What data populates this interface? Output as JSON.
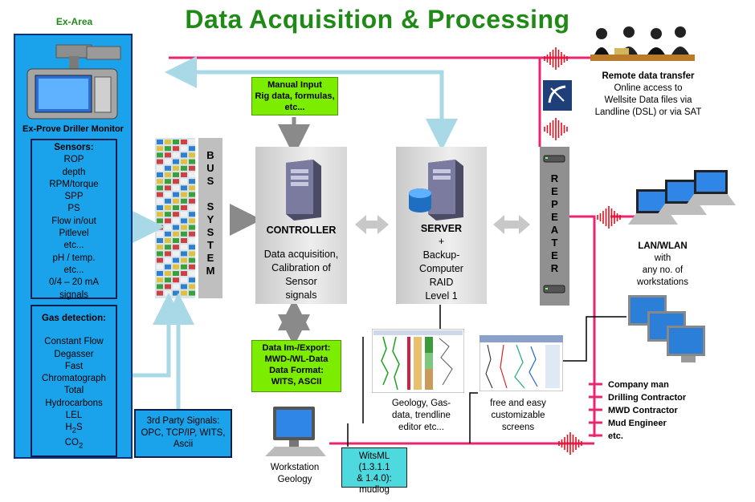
{
  "title": "Data Acquisition & Processing",
  "ex_area": {
    "label": "Ex-Area",
    "monitor_label": "Ex-Prove Driller Monitor"
  },
  "sensors": {
    "heading": "Sensors:",
    "items": [
      "ROP",
      "depth",
      "RPM/torque",
      "SPP",
      "PS",
      "Flow in/out",
      "Pitlevel",
      "etc...",
      "pH / temp.",
      "etc...",
      "0/4 – 20 mA",
      "signals"
    ]
  },
  "gas": {
    "heading": "Gas detection:",
    "items": [
      "Constant Flow",
      "Degasser",
      "Fast",
      "Chromatograph",
      "Total",
      "Hydrocarbons",
      "LEL"
    ],
    "h2s": {
      "base": "H",
      "sub": "2",
      "tail": "S"
    },
    "co2": {
      "base": "CO",
      "sub": "2"
    }
  },
  "third_party": {
    "lines": [
      "3rd Party Signals:",
      "OPC, TCP/IP, WITS,",
      "Ascii"
    ]
  },
  "bus": {
    "letters": [
      "B",
      "U",
      "S",
      "",
      "S",
      "Y",
      "S",
      "T",
      "E",
      "M"
    ]
  },
  "manual_input": {
    "lines": [
      "Manual Input",
      "Rig data, formulas,",
      "etc..."
    ]
  },
  "controller": {
    "title": "CONTROLLER",
    "lines": [
      "Data acquisition,",
      "Calibration of",
      "Sensor",
      "signals"
    ]
  },
  "server": {
    "title": "SERVER",
    "lines": [
      "+",
      "Backup-",
      "Computer",
      "RAID",
      "Level 1"
    ]
  },
  "repeater": {
    "letters": [
      "R",
      "E",
      "P",
      "E",
      "A",
      "T",
      "E",
      "R"
    ]
  },
  "data_import": {
    "lines": [
      "Data Im-/Export:",
      "MWD-/WL-Data",
      "Data Format:",
      "WITS, ASCII"
    ]
  },
  "remote": {
    "lines": [
      "Remote data transfer",
      "Online access to",
      "Wellsite Data files via",
      "Landline (DSL) or via SAT"
    ]
  },
  "lan": {
    "lines": [
      "LAN/WLAN",
      "with",
      "any no. of",
      "workstations"
    ]
  },
  "company_list": [
    "Company man",
    "Drilling Contractor",
    "MWD Contractor",
    "Mud Engineer",
    "etc."
  ],
  "geology_screen": {
    "lines": [
      "Geology, Gas-",
      "data, trendline",
      "editor etc..."
    ]
  },
  "custom_screen": {
    "lines": [
      "free and easy",
      "customizable",
      "screens"
    ]
  },
  "workstation": {
    "lines": [
      "Workstation",
      "Geology"
    ]
  },
  "witsml": {
    "lines": [
      "WitsML (1.3.1.1",
      "& 1.4.0):",
      "mudlog"
    ]
  },
  "colors": {
    "title_green": "#1f8a16",
    "panel_blue": "#1aa3ea",
    "green_box": "#7ded00",
    "witsml_cyan": "#4dd9dd",
    "line_pink": "#e8256f",
    "arrow_cyan": "#a9d9e6",
    "signal_red": "#e0101e"
  }
}
